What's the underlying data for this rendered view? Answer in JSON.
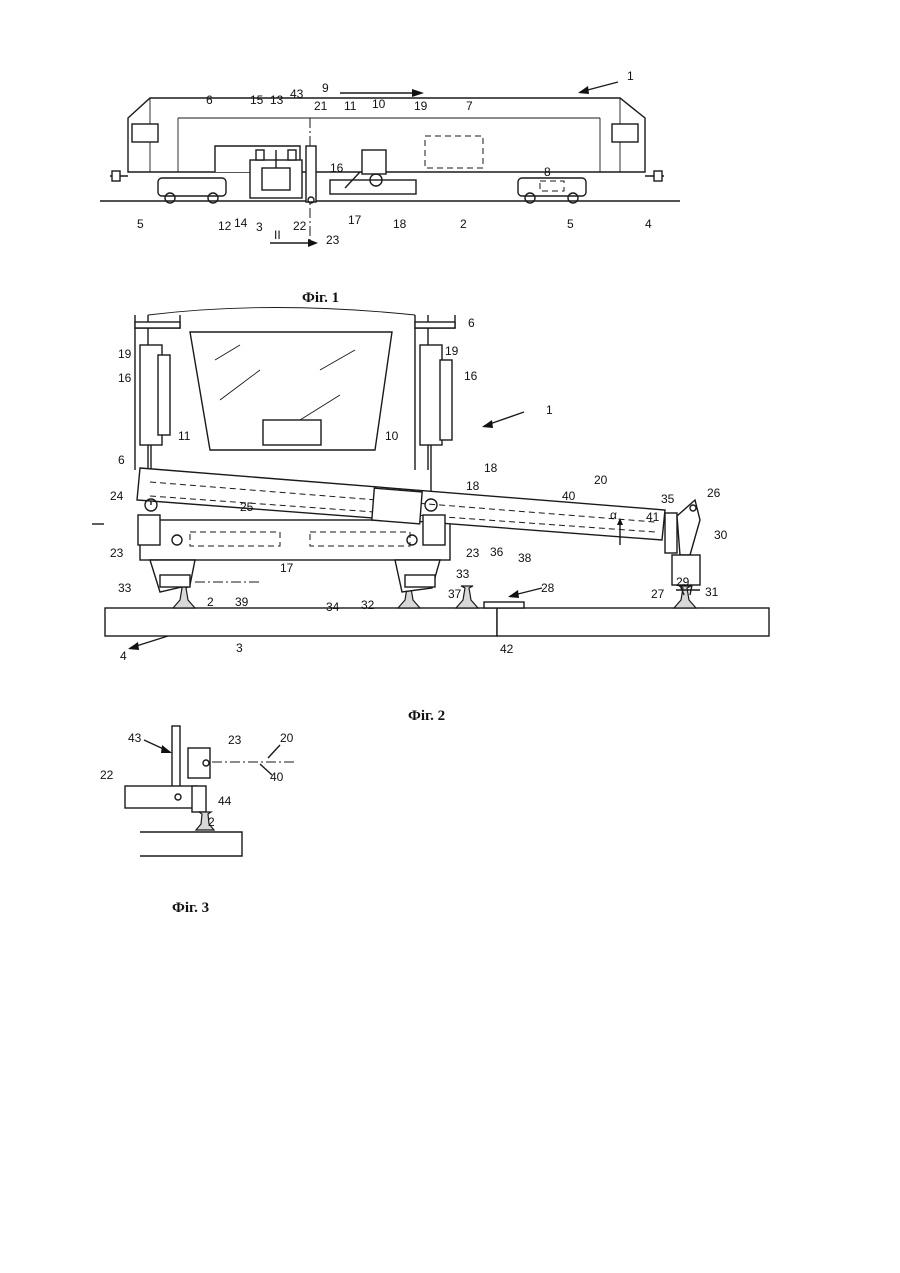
{
  "figures": [
    {
      "caption": "Фіг. 1"
    },
    {
      "caption": "Фіг. 2"
    },
    {
      "caption": "Фіг. 3"
    }
  ],
  "fig1_labels": [
    "1",
    "9",
    "43",
    "21",
    "11",
    "10",
    "19",
    "7",
    "6",
    "15",
    "13",
    "16",
    "12",
    "14",
    "3",
    "22",
    "23",
    "17",
    "18",
    "2",
    "8",
    "5",
    "5",
    "4",
    "II"
  ],
  "fig2_labels": [
    "6",
    "19",
    "19",
    "16",
    "16",
    "1",
    "11",
    "10",
    "6",
    "18",
    "18",
    "20",
    "40",
    "24",
    "25",
    "35",
    "26",
    "41",
    "α",
    "30",
    "23",
    "23",
    "36",
    "38",
    "17",
    "34",
    "33",
    "33",
    "37",
    "29",
    "31",
    "2",
    "39",
    "32",
    "28",
    "27",
    "4",
    "3",
    "42"
  ],
  "fig3_labels": [
    "43",
    "23",
    "20",
    "22",
    "40",
    "44",
    "2"
  ]
}
